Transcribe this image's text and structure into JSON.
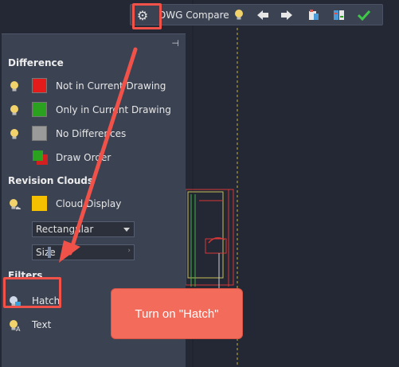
{
  "toolbar": {
    "title": "DWG Compare",
    "buttons": [
      "settings-gear",
      "bulb",
      "previous-arrow",
      "next-arrow",
      "snapshot",
      "compare-swap",
      "done-check"
    ]
  },
  "panel": {
    "sections": {
      "difference": "Difference",
      "revision_clouds": "Revision Clouds",
      "filters": "Filters"
    },
    "difference_items": [
      {
        "label": "Not in Current Drawing",
        "color": "#e31b1b"
      },
      {
        "label": "Only in Current Drawing",
        "color": "#2aa21f"
      },
      {
        "label": "No Differences",
        "color": "#9a9a9a"
      },
      {
        "label": "Draw Order",
        "color": "#2aa21f"
      }
    ],
    "cloud_display": {
      "label": "Cloud Display",
      "color": "#f5c000"
    },
    "cloud_shape": {
      "selected": "Rectangular"
    },
    "cloud_size": {
      "placeholder": "Size"
    },
    "filter_items": [
      {
        "label": "Hatch",
        "icon": "hatch-filter-icon"
      },
      {
        "label": "Text",
        "icon": "text-filter-icon"
      }
    ]
  },
  "callout": {
    "text": "Turn on \"Hatch\""
  },
  "colors": {
    "panel_bg": "#3b4252",
    "canvas_bg": "#232834",
    "annotation": "#f0524a",
    "callout_bg": "#f36b5b"
  }
}
